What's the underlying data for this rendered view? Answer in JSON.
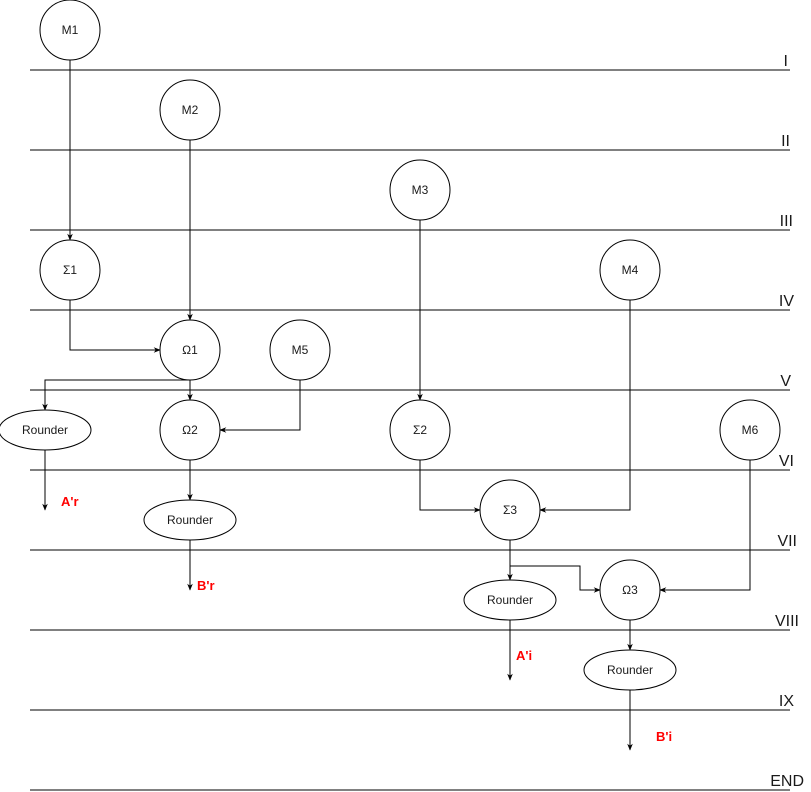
{
  "stages": [
    "I",
    "II",
    "III",
    "IV",
    "V",
    "VI",
    "VII",
    "VIII",
    "IX",
    "END"
  ],
  "nodes": {
    "m1": "M1",
    "m2": "M2",
    "m3": "M3",
    "m4": "M4",
    "m5": "M5",
    "m6": "M6",
    "sigma1": "Σ1",
    "sigma2": "Σ2",
    "sigma3": "Σ3",
    "omega1": "Ω1",
    "omega2": "Ω2",
    "omega3": "Ω3",
    "rounder_a": "Rounder",
    "rounder_b": "Rounder",
    "rounder_c": "Rounder",
    "rounder_d": "Rounder"
  },
  "outputs": {
    "a_r": "A'r",
    "b_r": "B'r",
    "a_i": "A'i",
    "b_i": "B'i"
  },
  "colors": {
    "line": "#000000",
    "output_label": "#ff0000",
    "background": "#ffffff"
  }
}
